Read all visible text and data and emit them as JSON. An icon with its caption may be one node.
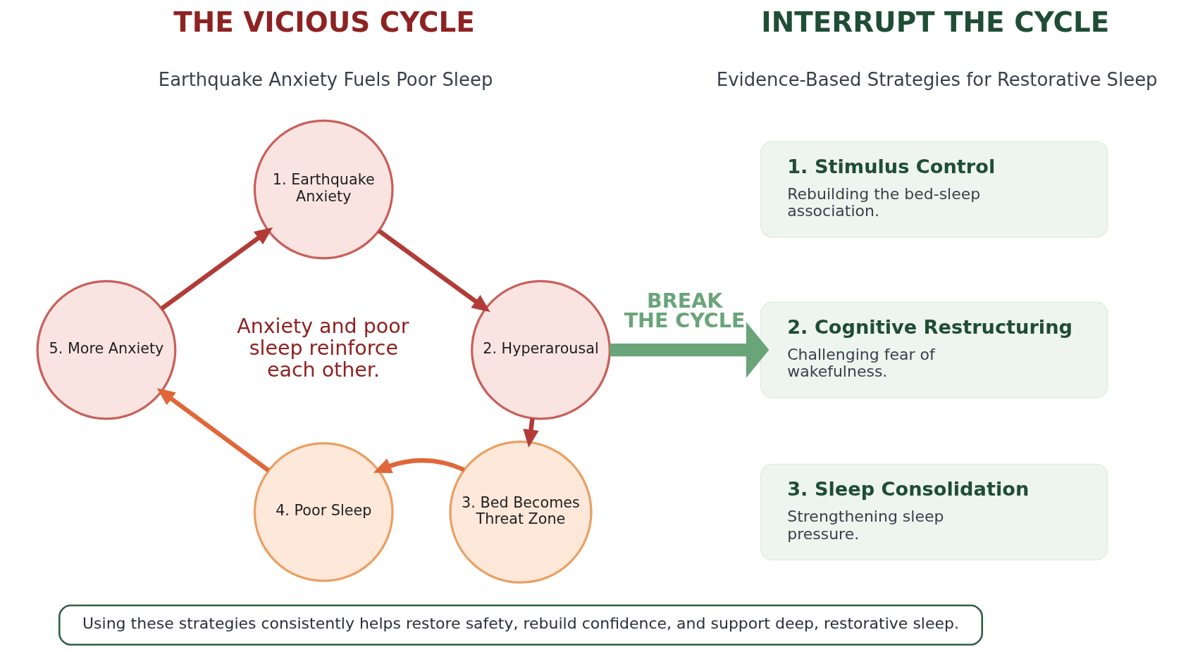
{
  "diagram": {
    "nodes": [
      {
        "text": [
          "1. Earthquake Anxiety"
        ]
      },
      {
        "text": [
          "2. Hyperarousal"
        ]
      },
      {
        "text": [
          "3. Bed Becomes Threat Zone"
        ]
      },
      {
        "text": [
          "4. Poor Sleep"
        ]
      },
      {
        "text": [
          "5. More Anxiety"
        ]
      },
      {
        "text": [
          "1. Stimulus Control",
          "Rebuilding the bed-sleep association."
        ]
      },
      {
        "text": [
          "2. Cognitive Restructuring",
          "Challenging fear of wakefulness."
        ]
      },
      {
        "text": [
          "3. Sleep Consolidation",
          "Strengthening sleep pressure."
        ]
      },
      {
        "text": [
          "Using these strategies consistently helps restore safety, rebuild confidence, and support deep, restorative sleep."
        ]
      }
    ],
    "edges": [
      {
        "from": 0,
        "to": 1,
        "arrow": "to"
      },
      {
        "from": 1,
        "to": 2,
        "arrow": "to"
      },
      {
        "from": 2,
        "to": 3,
        "arrow": "to",
        "color": "#e0673a"
      },
      {
        "from": 3,
        "to": 4,
        "arrow": "to",
        "color": "#e0673a"
      },
      {
        "from": 4,
        "to": 0,
        "arrow": "to"
      },
      {
        "from": 1,
        "to": 6,
        "arrow": "to",
        "label": "BREAK THE CYCLE",
        "style": "thick",
        "color": "#6aa57a"
      }
    ],
    "labels": [
      "THE VICIOUS CYCLE",
      "Earthquake Anxiety Fuels Poor Sleep",
      "INTERRUPT THE CYCLE",
      "Evidence-Based Strategies for Restorative Sleep",
      "Anxiety and poor sleep reinforce each other."
    ]
  }
}
